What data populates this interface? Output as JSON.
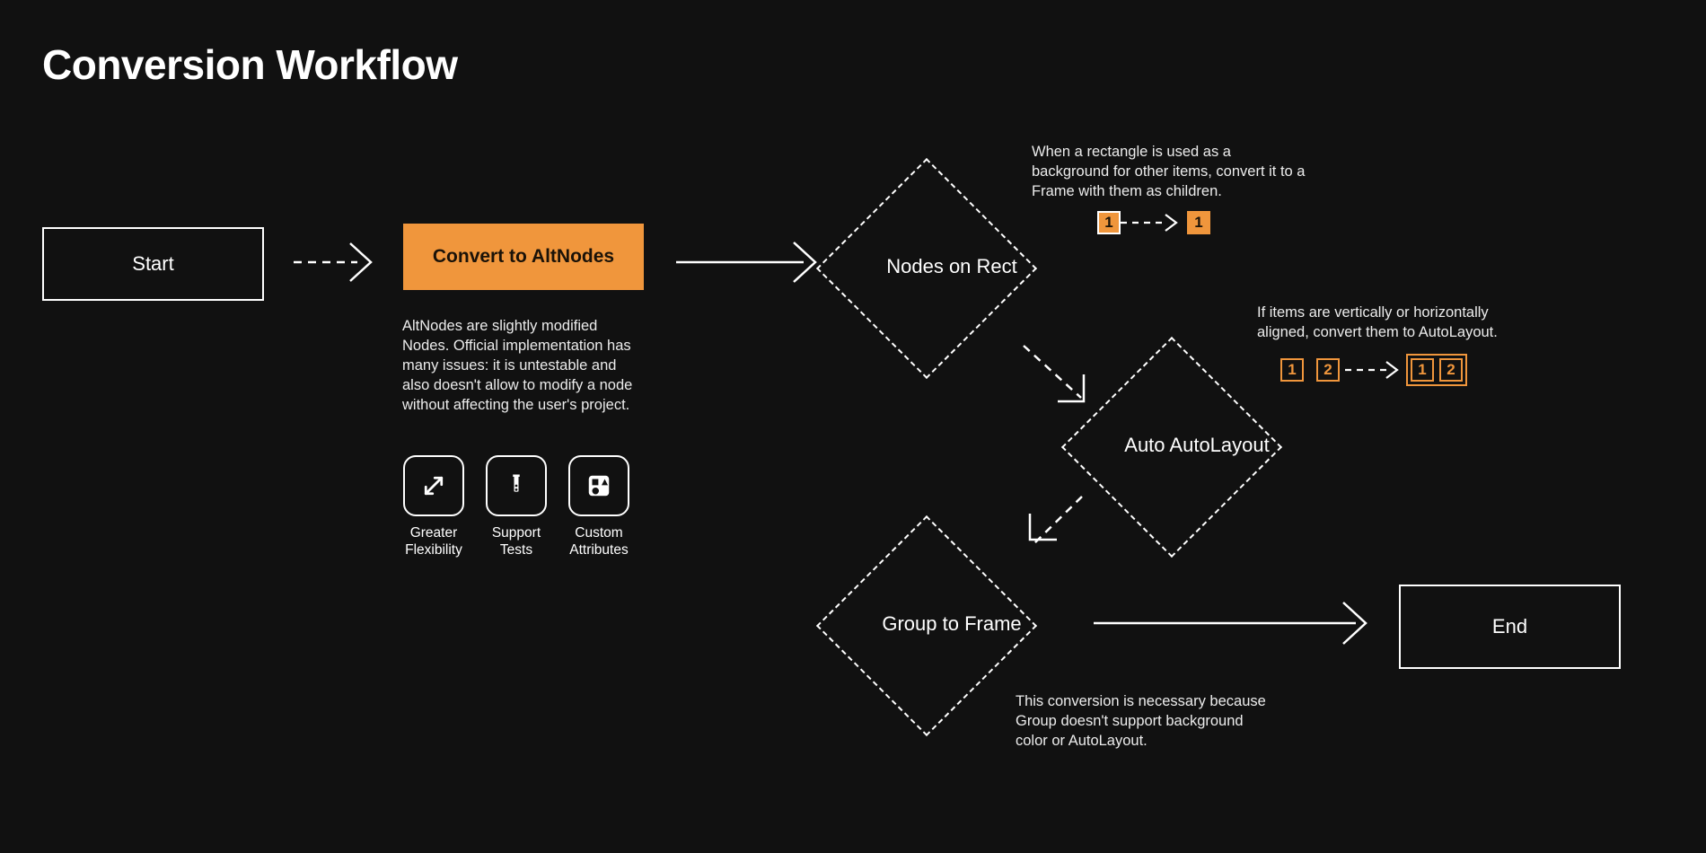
{
  "page": {
    "title": "Conversion Workflow",
    "background_color": "#111111",
    "accent_color": "#F0963C",
    "line_color": "#FFFFFF"
  },
  "nodes": {
    "start": {
      "label": "Start",
      "shape": "rect"
    },
    "convert": {
      "label": "Convert to AltNodes",
      "shape": "rect-filled"
    },
    "nodes_on_rect": {
      "label": "Nodes on Rect",
      "shape": "diamond"
    },
    "auto_autolayout": {
      "label": "Auto AutoLayout",
      "shape": "diamond"
    },
    "group_to_frame": {
      "label": "Group to Frame",
      "shape": "diamond"
    },
    "end": {
      "label": "End",
      "shape": "rect"
    }
  },
  "convert_description": "AltNodes are slightly modified Nodes. Official implementation has many issues: it is untestable and also doesn't allow to modify a node without affecting the user's project.",
  "features": [
    {
      "icon": "expand-arrows-icon",
      "label_line1": "Greater",
      "label_line2": "Flexibility"
    },
    {
      "icon": "test-tube-icon",
      "label_line1": "Support",
      "label_line2": "Tests"
    },
    {
      "icon": "shapes-icon",
      "label_line1": "Custom",
      "label_line2": "Attributes"
    }
  ],
  "annotations": {
    "nodes_on_rect": "When a rectangle is used as a background for other items, convert it to a Frame with them as children.",
    "auto_autolayout": "If items are vertically or horizontally aligned, convert them to AutoLayout.",
    "group_to_frame": "This conversion is necessary because Group doesn't support background color or AutoLayout."
  },
  "badges": {
    "rect_before": "1",
    "rect_after": "1",
    "layout_before": [
      "1",
      "2"
    ],
    "layout_after": [
      "1",
      "2"
    ]
  },
  "edges": [
    {
      "from": "start",
      "to": "convert",
      "style": "dashed"
    },
    {
      "from": "convert",
      "to": "nodes_on_rect",
      "style": "solid"
    },
    {
      "from": "nodes_on_rect",
      "to": "auto_autolayout",
      "style": "dashed"
    },
    {
      "from": "auto_autolayout",
      "to": "group_to_frame",
      "style": "dashed"
    },
    {
      "from": "group_to_frame",
      "to": "end",
      "style": "solid"
    }
  ]
}
